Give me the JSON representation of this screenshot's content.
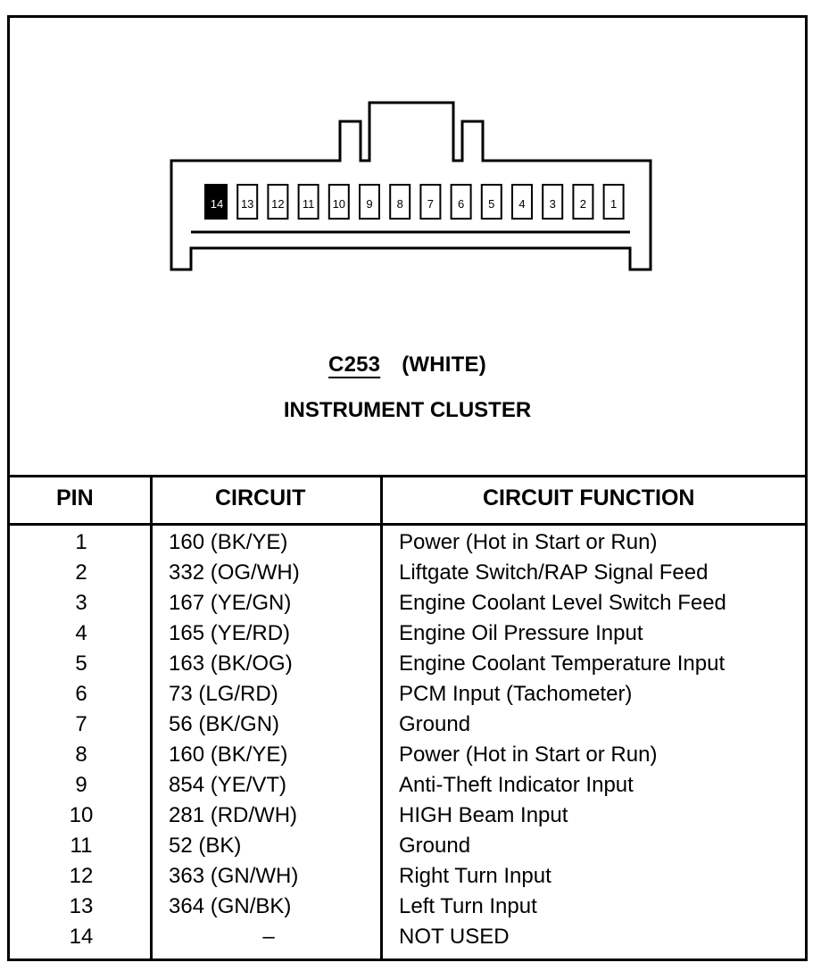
{
  "connector": {
    "id": "C253",
    "color": "(WHITE)",
    "name": "INSTRUMENT CLUSTER",
    "pins_shown": [
      "14",
      "13",
      "12",
      "11",
      "10",
      "9",
      "8",
      "7",
      "6",
      "5",
      "4",
      "3",
      "2",
      "1"
    ]
  },
  "table": {
    "headers": {
      "pin": "PIN",
      "circuit": "CIRCUIT",
      "function": "CIRCUIT FUNCTION"
    },
    "rows": [
      {
        "pin": "1",
        "circuit": "160 (BK/YE)",
        "function": "Power (Hot in Start or Run)"
      },
      {
        "pin": "2",
        "circuit": "332 (OG/WH)",
        "function": "Liftgate Switch/RAP Signal Feed"
      },
      {
        "pin": "3",
        "circuit": "167 (YE/GN)",
        "function": "Engine Coolant Level Switch Feed"
      },
      {
        "pin": "4",
        "circuit": "165 (YE/RD)",
        "function": "Engine Oil Pressure Input"
      },
      {
        "pin": "5",
        "circuit": "163 (BK/OG)",
        "function": "Engine Coolant Temperature Input"
      },
      {
        "pin": "6",
        "circuit": "73 (LG/RD)",
        "function": "PCM Input (Tachometer)"
      },
      {
        "pin": "7",
        "circuit": "56 (BK/GN)",
        "function": "Ground"
      },
      {
        "pin": "8",
        "circuit": "160 (BK/YE)",
        "function": "Power (Hot in Start or Run)"
      },
      {
        "pin": "9",
        "circuit": "854 (YE/VT)",
        "function": "Anti-Theft Indicator Input"
      },
      {
        "pin": "10",
        "circuit": "281 (RD/WH)",
        "function": "HIGH Beam Input"
      },
      {
        "pin": "11",
        "circuit": "52 (BK)",
        "function": "Ground"
      },
      {
        "pin": "12",
        "circuit": "363 (GN/WH)",
        "function": "Right Turn Input"
      },
      {
        "pin": "13",
        "circuit": "364 (GN/BK)",
        "function": "Left Turn Input"
      },
      {
        "pin": "14",
        "circuit": "–",
        "function": "NOT USED"
      }
    ]
  }
}
